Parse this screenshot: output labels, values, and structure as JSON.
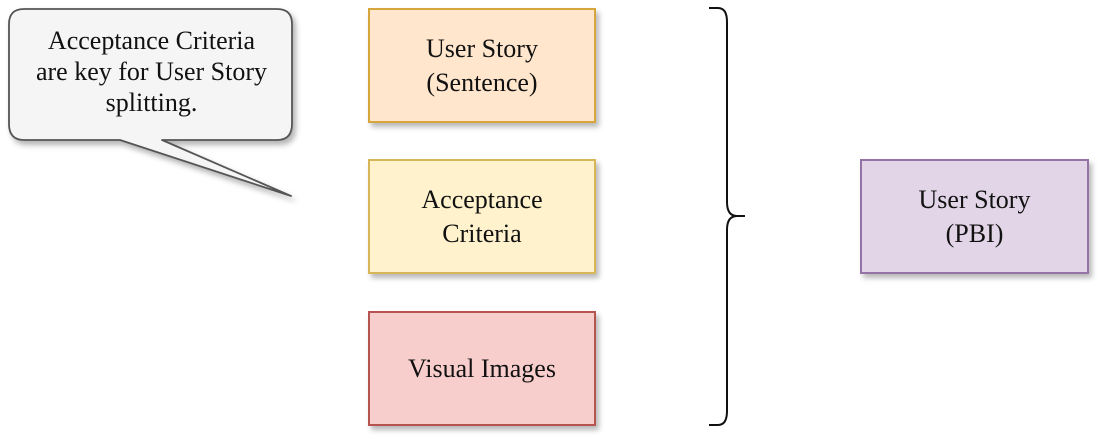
{
  "callout": {
    "text": "Acceptance Criteria\nare key for User Story\nsplitting."
  },
  "components": [
    {
      "label": "User Story\n(Sentence)",
      "fill": "#ffe6cc",
      "stroke": "#d6a53c"
    },
    {
      "label": "Acceptance\nCriteria",
      "fill": "#fff2cc",
      "stroke": "#d6b656"
    },
    {
      "label": "Visual Images",
      "fill": "#f8cecc",
      "stroke": "#b85450"
    }
  ],
  "result": {
    "label": "User Story\n(PBI)",
    "fill": "#e1d5e7",
    "stroke": "#9673a6"
  }
}
